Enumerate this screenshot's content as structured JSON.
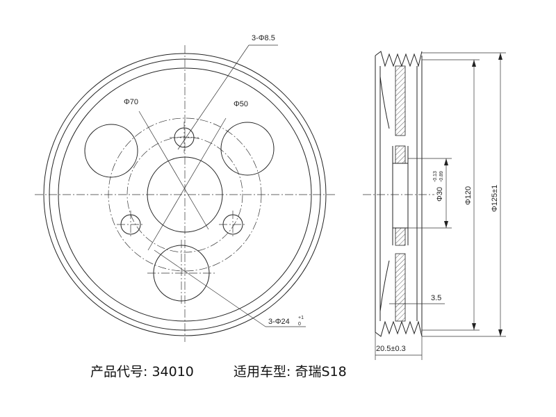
{
  "front_view": {
    "callout_holes_small": "3-Φ8.5",
    "callout_circle_70": "Φ70",
    "callout_circle_50": "Φ50",
    "callout_holes_large": "3-Φ24",
    "callout_holes_large_tol_upper": "+1",
    "callout_holes_large_tol_lower": "0"
  },
  "side_view": {
    "dim_bore": "Φ30",
    "dim_bore_tol_upper": "-0.13",
    "dim_bore_tol_lower": "-0.89",
    "dim_groove_dia": "Φ120",
    "dim_outer_dia": "Φ125±1",
    "dim_web_thickness": "3.5",
    "dim_width": "20.5±0.3"
  },
  "caption": {
    "product_code": "产品代号: 34010",
    "vehicle_model": "适用车型: 奇瑞S18"
  }
}
